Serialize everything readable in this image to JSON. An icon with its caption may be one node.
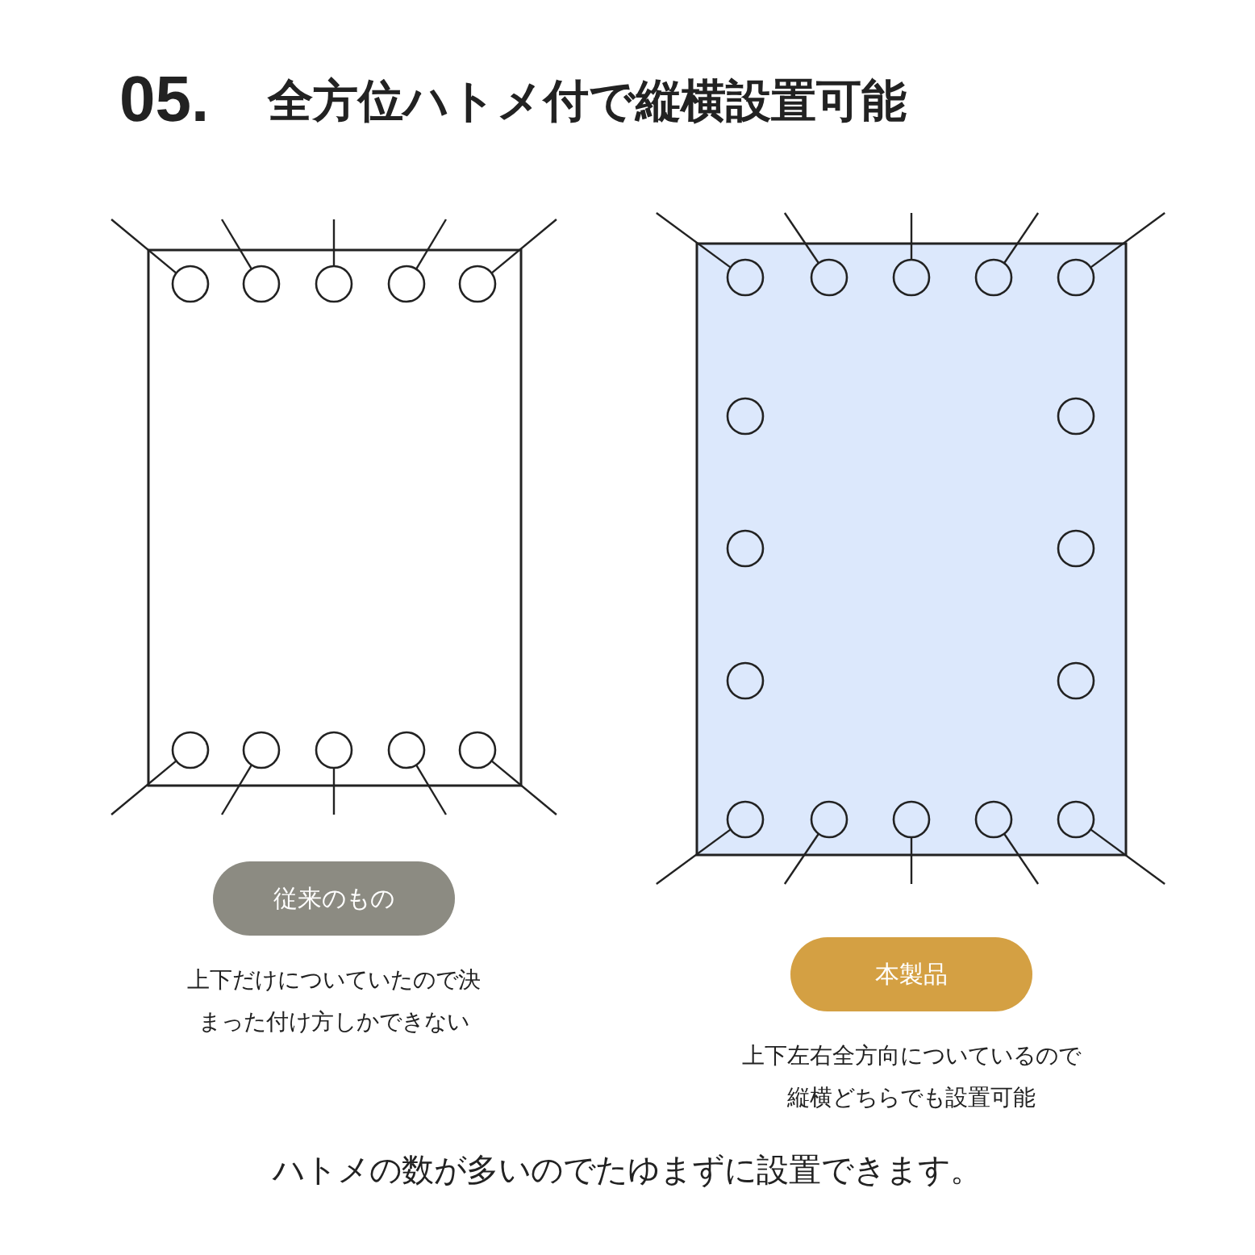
{
  "diagram": {
    "title": "全方位ハトメ付で縦横設置可能",
    "caption": "ハトメの数が多いのでたゆまずに設置できます。",
    "nodes": [
      {
        "text": [
          "従来のもの"
        ],
        "beside": [
          "上下だけについていたので決まった付け方しかできない"
        ]
      },
      {
        "text": [
          "本製品"
        ],
        "beside": [
          "上下左右全方向についているので縦横どちらでも設置可能"
        ]
      }
    ],
    "labels": [
      "05."
    ]
  }
}
